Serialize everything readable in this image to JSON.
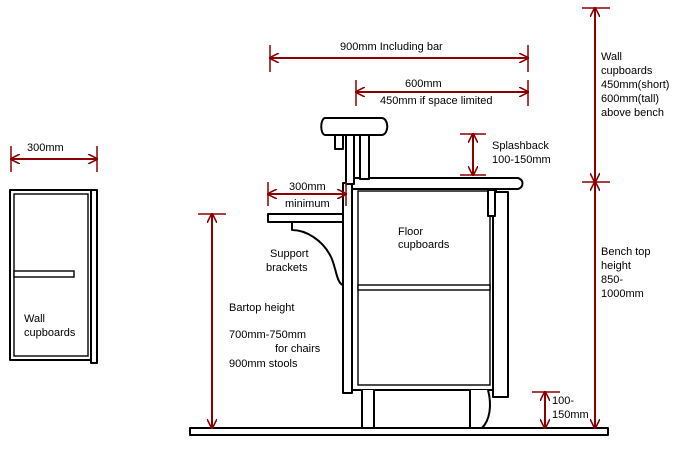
{
  "labels": {
    "wall_300": "300mm",
    "wall_cupboards_1": "Wall",
    "wall_cupboards_2": "cupboards",
    "bar_900": "900mm  Including bar",
    "bench_600": "600mm",
    "bench_450": "450mm if space limited",
    "wall_cup_1": "Wall",
    "wall_cup_2": "cupboards",
    "wall_cup_3": "450mm(short)",
    "wall_cup_4": "600mm(tall)",
    "wall_cup_5": "above bench",
    "splash_1": "Splashback",
    "splash_2": "100-150mm",
    "min300_1": "300mm",
    "min300_2": "minimum",
    "floor_1": "Floor",
    "floor_2": "cupboards",
    "support_1": "Support",
    "support_2": "brackets",
    "bartop_1": "Bartop height",
    "bartop_2": "700mm-750mm",
    "bartop_3": "for chairs",
    "bartop_4": "900mm stools",
    "bench_1": "Bench top",
    "bench_2": "height",
    "bench_3": "850-",
    "bench_4": "1000mm",
    "kick_1": "100-",
    "kick_2": "150mm"
  }
}
